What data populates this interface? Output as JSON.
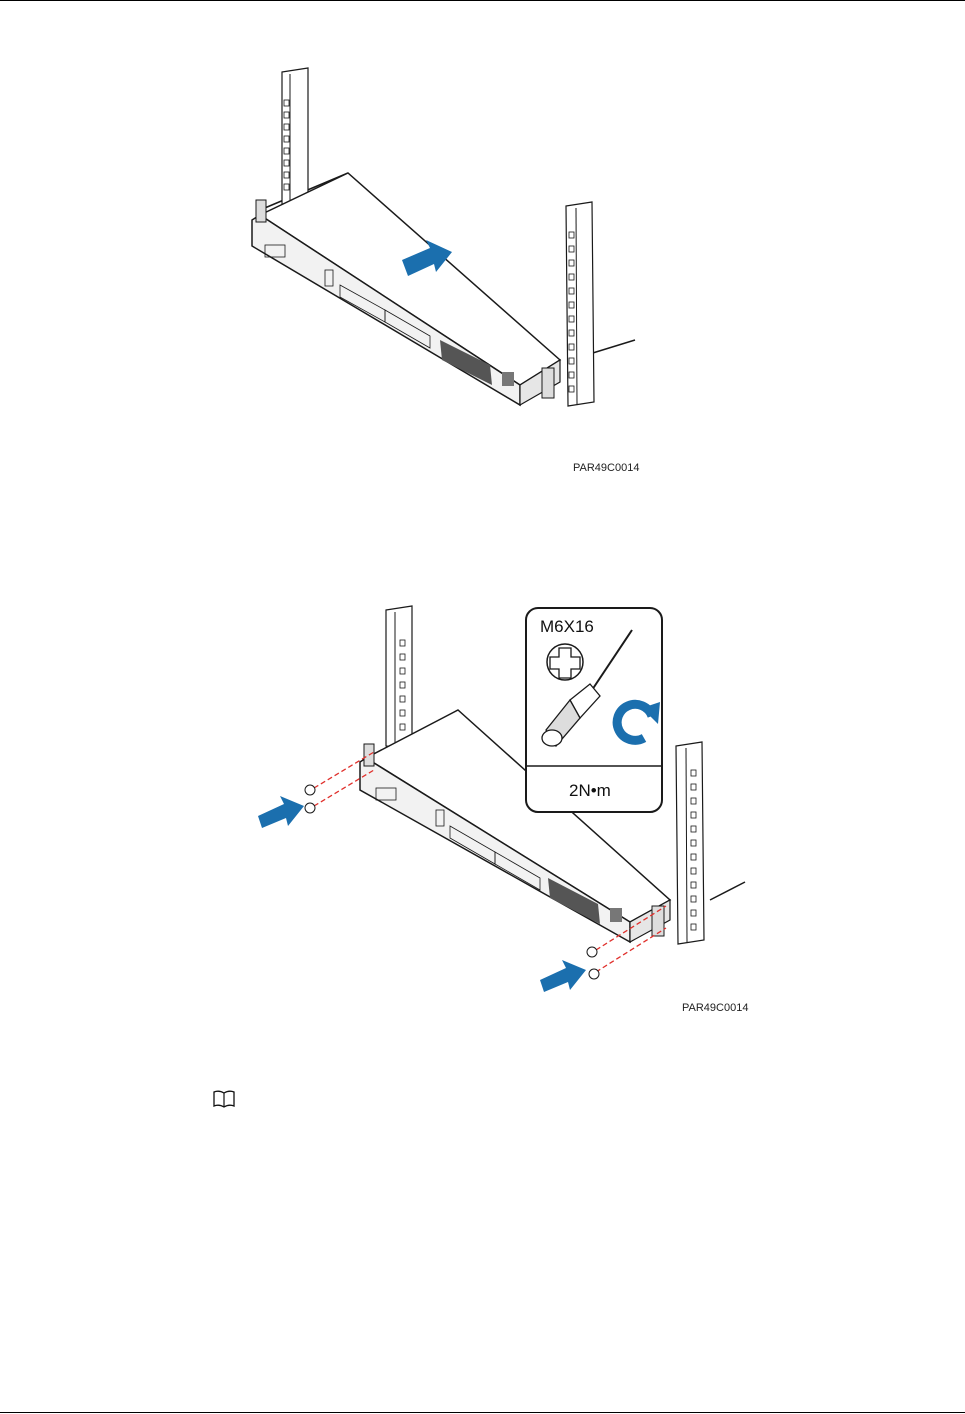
{
  "figure1": {
    "code": "PAR49C0014",
    "icons": [
      "rack-post",
      "device-chassis",
      "push-arrow"
    ]
  },
  "figure2": {
    "code": "PAR49C0014",
    "inset": {
      "screw_spec": "M6X16",
      "torque": "2N•m"
    },
    "icons": [
      "rack-post",
      "device-chassis",
      "screw",
      "push-arrow",
      "phillips-head",
      "screwdriver",
      "clockwise-arrow"
    ]
  },
  "note": {
    "icon": "note-book-icon"
  },
  "colors": {
    "arrow_blue": "#1b6fae",
    "guide_red": "#e0302c",
    "line": "#1a1a1a"
  }
}
